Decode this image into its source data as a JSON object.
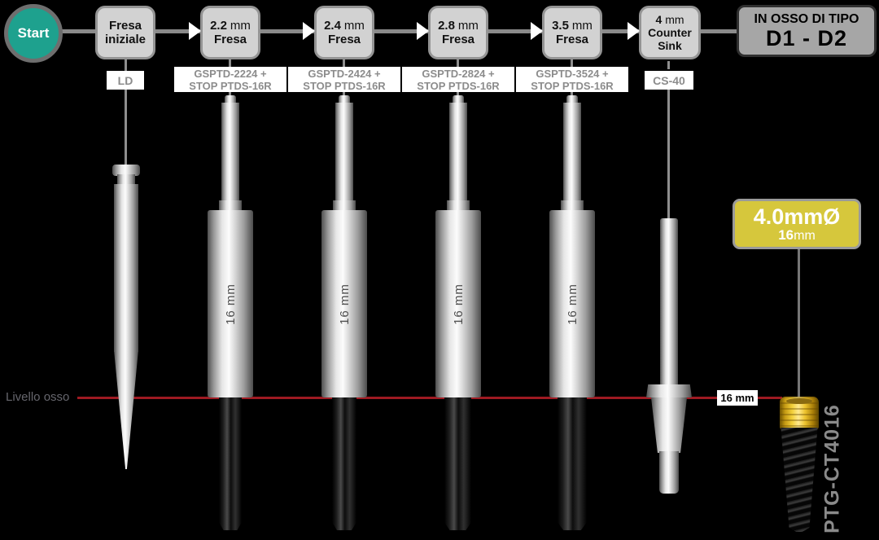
{
  "colors": {
    "background": "#000000",
    "start_teal": "#1ea18e",
    "box_fill": "#d2d2d2",
    "box_border": "#949494",
    "result_fill": "#a6a6a6",
    "bone_line_red": "#9e1a22",
    "badge_yellow": "#d6c73c",
    "code_gray": "#8c8c8c"
  },
  "flow": {
    "start_label": "Start",
    "steps": [
      {
        "line1": "Fresa",
        "line2": "iniziale",
        "tag": "LD"
      },
      {
        "num": "2.2",
        "unit": "mm",
        "name": "Fresa",
        "tag1": "GSPTD-2224 +",
        "tag2": "STOP PTDS-16R"
      },
      {
        "num": "2.4",
        "unit": "mm",
        "name": "Fresa",
        "tag1": "GSPTD-2424 +",
        "tag2": "STOP PTDS-16R"
      },
      {
        "num": "2.8",
        "unit": "mm",
        "name": "Fresa",
        "tag1": "GSPTD-2824 +",
        "tag2": "STOP PTDS-16R"
      },
      {
        "num": "3.5",
        "unit": "mm",
        "name": "Fresa",
        "tag1": "GSPTD-3524 +",
        "tag2": "STOP PTDS-16R"
      },
      {
        "num": "4",
        "unit": "mm",
        "name1": "Counter",
        "name2": "Sink",
        "tag": "CS-40"
      }
    ],
    "result_line1": "IN OSSO DI TIPO",
    "result_line2": "D1 - D2"
  },
  "bone_level": {
    "label": "Livello osso",
    "depth_marker": "16 mm"
  },
  "drills": {
    "stop_label": "16 mm"
  },
  "implant": {
    "badge_diameter": "4.0mmØ",
    "badge_length_num": "16",
    "badge_length_unit": "mm",
    "code": "PTG-CT4016"
  }
}
